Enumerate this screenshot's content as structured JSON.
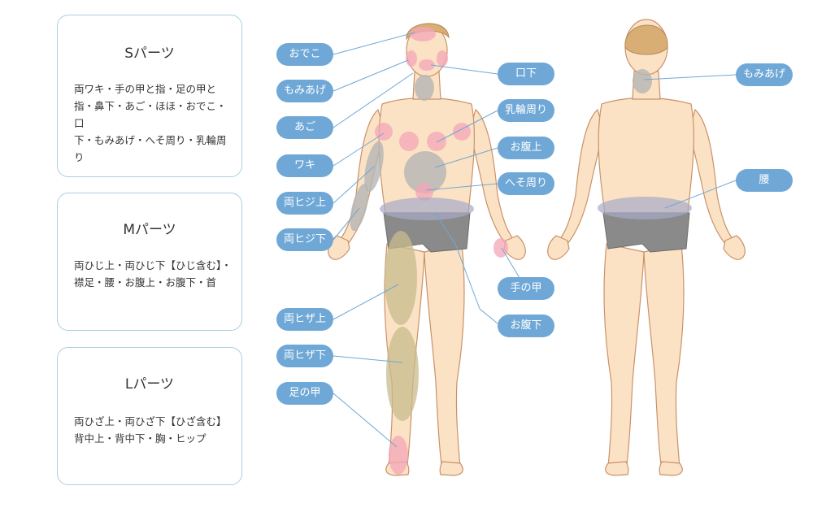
{
  "cards": [
    {
      "title": "Sパーツ",
      "body": "両ワキ・手の甲と指・足の甲と\n指・鼻下・あご・ほほ・おでこ・口\n下・もみあげ・へそ周り・乳輪周り"
    },
    {
      "title": "Mパーツ",
      "body": "両ひじ上・両ひじ下【ひじ含む】・\n襟足・腰・お腹上・お腹下・首"
    },
    {
      "title": "Lパーツ",
      "body": "両ひざ上・両ひざ下【ひざ含む】\n背中上・背中下・胸・ヒップ"
    }
  ],
  "labels": {
    "forehead": "おでこ",
    "sideburns": "もみあげ",
    "chin": "あご",
    "armpit": "ワキ",
    "upper_arm": "両ヒジ上",
    "lower_arm": "両ヒジ下",
    "thigh": "両ヒザ上",
    "shin": "両ヒザ下",
    "foot_top": "足の甲",
    "under_lip": "口下",
    "areola": "乳輪周り",
    "upper_belly": "お腹上",
    "navel": "へそ周り",
    "hand_back": "手の甲",
    "lower_belly": "お腹下",
    "back_sideburns": "もみあげ",
    "waist": "腰"
  },
  "colors": {
    "pill": "#6fa8d6",
    "card_border": "#a9cfe0",
    "skin": "#fce2c4",
    "skin_line": "#c9926a",
    "hair": "#d9ae74",
    "shorts": "#8a8a8a",
    "pink": "#f4a6b8",
    "gray_zone": "#b5b5b5",
    "olive": "#c8bb8c",
    "leader": "#6fa8d6"
  }
}
